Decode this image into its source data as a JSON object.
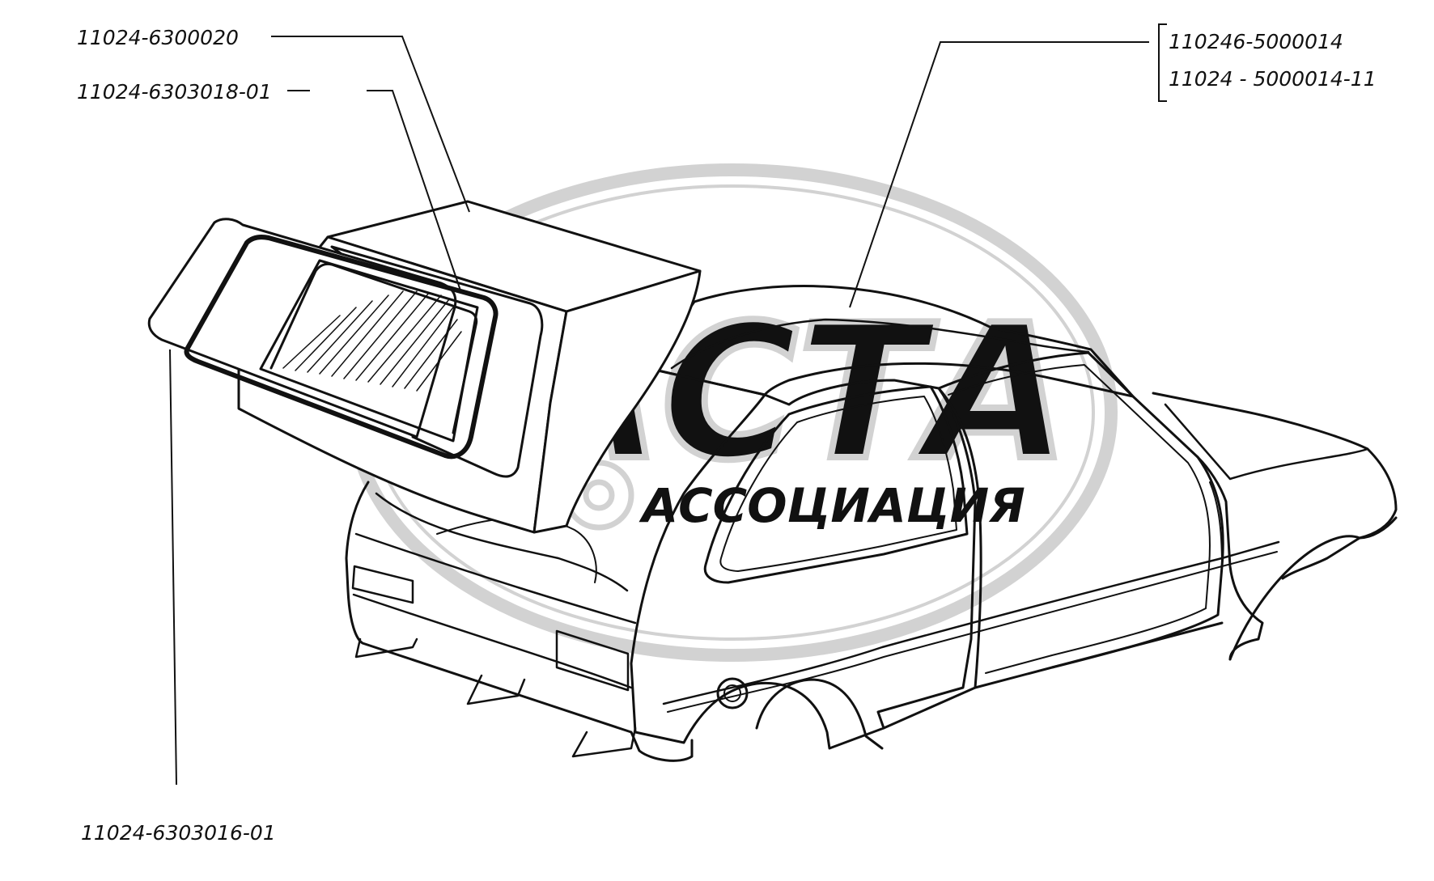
{
  "colors": {
    "ink": "#111111",
    "watermark": "#d2d2d2",
    "background": "#ffffff"
  },
  "watermark": {
    "title": "АСТА",
    "subtitle": "АССОЦИАЦИЯ"
  },
  "labels": {
    "tailgate": "11024-6300020",
    "tailgate_seal": "11024-6303018-01",
    "tailgate_glass": "11024-6303016-01",
    "body_variant_1": "110246-5000014",
    "body_variant_2": "11024 - 5000014-11"
  }
}
